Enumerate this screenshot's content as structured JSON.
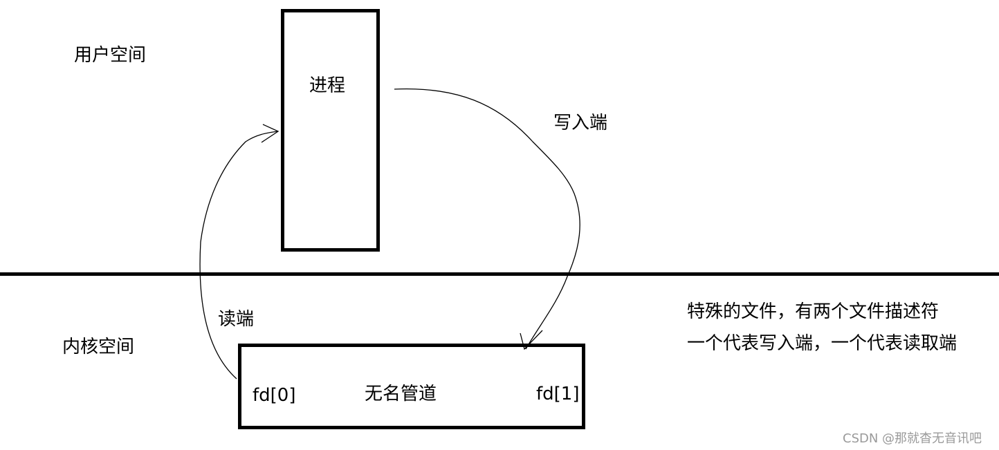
{
  "diagram": {
    "user_space_label": "用户空间",
    "kernel_space_label": "内核空间",
    "process_label": "进程",
    "write_end_label": "写入端",
    "read_end_label": "读端",
    "pipe": {
      "name": "无名管道",
      "fd_read": "fd[0]",
      "fd_write": "fd[1]"
    },
    "note_lines": [
      "特殊的文件，有两个文件描述符",
      "一个代表写入端，一个代表读取端"
    ]
  },
  "watermark": "CSDN @那就杳无音讯吧"
}
